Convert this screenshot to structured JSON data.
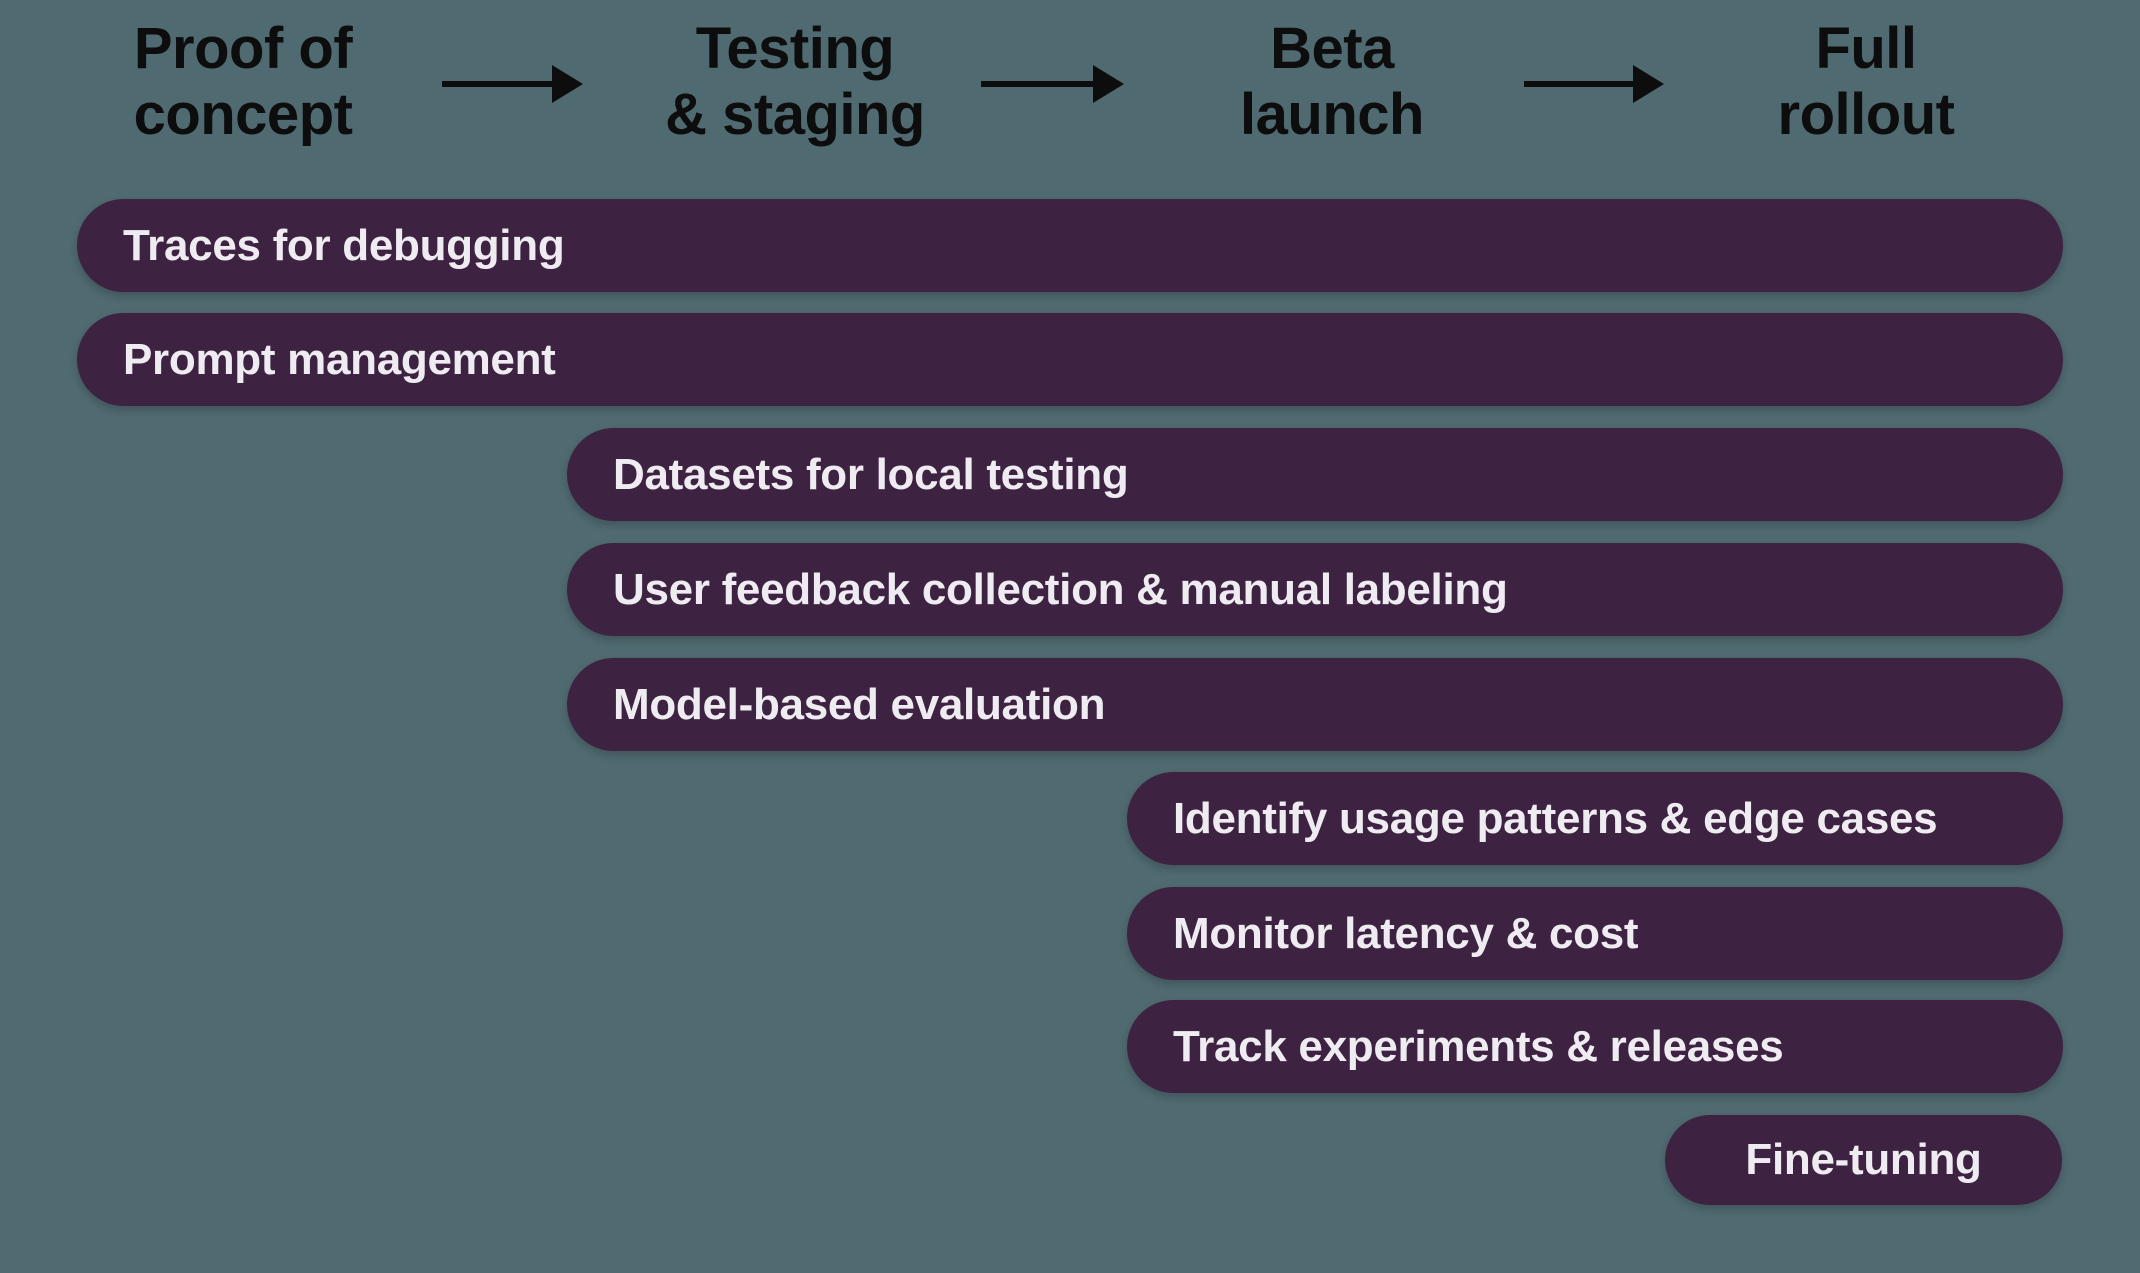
{
  "colors": {
    "background": "#4F6A70",
    "bar": "#3E2242",
    "bar-text": "#EFECF1",
    "header-text": "#0D0D0D"
  },
  "stages": [
    {
      "label": "Proof of\nconcept"
    },
    {
      "label": "Testing\n& staging"
    },
    {
      "label": "Beta\nlaunch"
    },
    {
      "label": "Full\nrollout"
    }
  ],
  "bars": [
    {
      "label": "Traces for debugging",
      "start_stage": "Proof of concept"
    },
    {
      "label": "Prompt management",
      "start_stage": "Proof of concept"
    },
    {
      "label": "Datasets for local testing",
      "start_stage": "Testing & staging"
    },
    {
      "label": "User feedback collection & manual labeling",
      "start_stage": "Testing & staging"
    },
    {
      "label": "Model-based evaluation",
      "start_stage": "Testing & staging"
    },
    {
      "label": "Identify usage patterns & edge cases",
      "start_stage": "Beta launch"
    },
    {
      "label": "Monitor latency & cost",
      "start_stage": "Beta launch"
    },
    {
      "label": "Track experiments & releases",
      "start_stage": "Beta launch"
    },
    {
      "label": "Fine-tuning",
      "start_stage": "Full rollout"
    }
  ]
}
